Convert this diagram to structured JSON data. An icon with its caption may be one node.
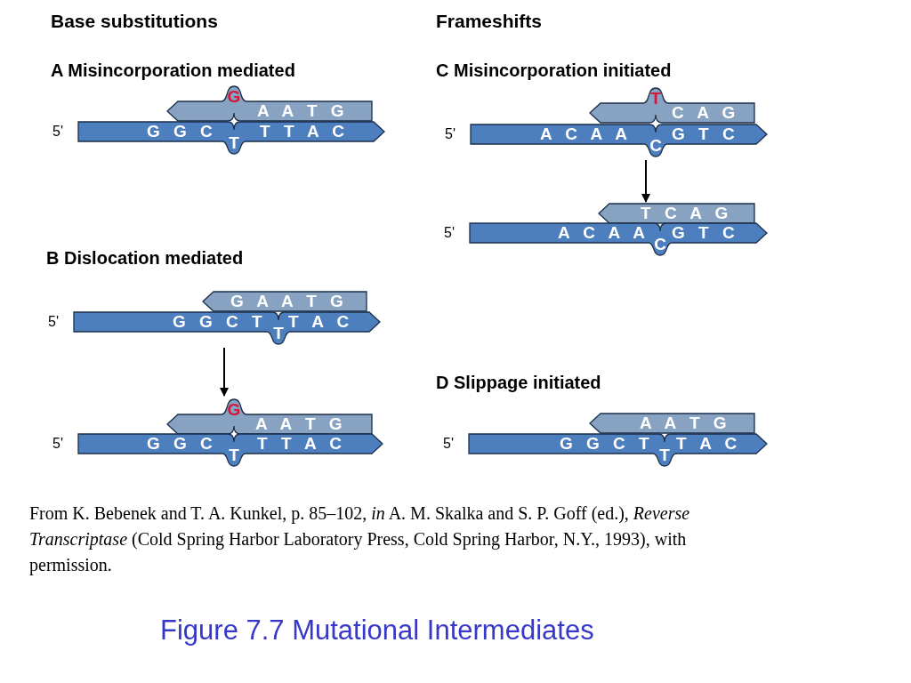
{
  "diagram": {
    "caption": "Figure 7.7 Mutational Intermediates",
    "nodes": [
      {
        "text": [
          "G",
          "A A T G"
        ]
      },
      {
        "text": [
          "G G C",
          "T",
          "T T A C"
        ],
        "beside": [
          "5'"
        ]
      },
      {
        "text": [
          "G A A T G"
        ]
      },
      {
        "text": [
          "G G C T",
          "T",
          "T A C"
        ],
        "beside": [
          "5'"
        ]
      },
      {
        "text": [
          "G",
          "A A T G"
        ]
      },
      {
        "text": [
          "G G C",
          "T",
          "T T A C"
        ],
        "beside": [
          "5'"
        ]
      },
      {
        "text": [
          "T",
          "C A G"
        ]
      },
      {
        "text": [
          "A C A A",
          "C",
          "G T C"
        ],
        "beside": [
          "5'"
        ]
      },
      {
        "text": [
          "T C A G"
        ]
      },
      {
        "text": [
          "A C A A",
          "C",
          "G T C"
        ],
        "beside": [
          "5'"
        ]
      },
      {
        "text": [
          "A A T G"
        ]
      },
      {
        "text": [
          "G G C T",
          "T",
          "T A C"
        ],
        "beside": [
          "5'"
        ]
      }
    ],
    "edges": [
      {
        "from": 3,
        "to": 4,
        "arrow": "to"
      },
      {
        "from": 7,
        "to": 8,
        "arrow": "to"
      }
    ],
    "labels": [
      "Base substitutions",
      "Frameshifts",
      "A Misincorporation mediated",
      "C Misincorporation initiated",
      "B Dislocation mediated",
      "D Slippage initiated",
      "From K. Bebenek and T. A. Kunkel, p. 85–102, *in* A. M. Skalka and S. P. Goff (ed.), *Reverse Transcriptase* (Cold Spring Harbor Laboratory Press, Cold Spring Harbor, N.Y., 1993), with permission."
    ]
  }
}
